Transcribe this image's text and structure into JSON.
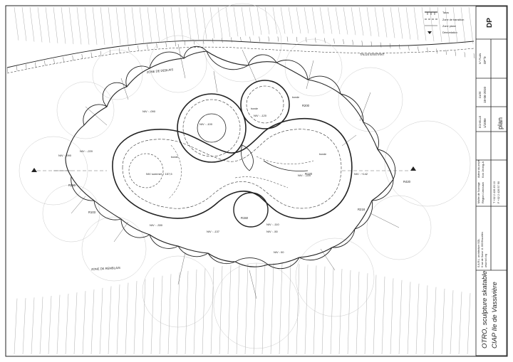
{
  "legend": {
    "items": [
      {
        "label": "Talus"
      },
      {
        "label": "Zone de transition"
      },
      {
        "label": "Zone plane"
      },
      {
        "label": "Dénivelation"
      }
    ]
  },
  "plan_labels": {
    "talus_existant": "TALUS EXISTANT",
    "zone_deblais": "ZONE DE DEBLAIS",
    "zone_remblais": "ZONE DE REMBLAIS",
    "niv_a": "NIV : -090",
    "niv_b": "NIV : -100",
    "niv_c": "NIV : -120",
    "niv_d": "NIV : -220",
    "niv_e": "NIV : -090",
    "niv_f": "NIV : -220",
    "niv_g": "NIV : +142",
    "niv_h": "NIV sommet + 157,5",
    "niv_i": "NIV : -330",
    "niv_j": "NIV : -137",
    "niv_k": "NIV : -110",
    "niv_l": "NIV : -50",
    "niv_m": "NIV : 00",
    "bonde_1": "bonde",
    "bonde_2": "bonde",
    "bonde_3": "bonde",
    "bonde_4": "bonde",
    "r420": "R420",
    "r250": "R250",
    "r120": "R120",
    "r200": "R200",
    "r150": "R150",
    "r103": "R103",
    "r218": "R218"
  },
  "title_block": {
    "code": "DP",
    "plan_no_label": "N° PLAN",
    "plan_no": "DP°0",
    "date_label": "DATE",
    "date": "18-06-2010",
    "scale_label": "ECHELLE",
    "scale": "1/100e",
    "content_label": "plan",
    "client_label": "Maître de l'ouvrage",
    "client": "Région Limousin",
    "author_label": "Auteur du projet",
    "author": "Koo Jeong-A",
    "architect": "S.A.R.L. architecture SOL",
    "address": "6 rue de Sueur 11 000 Bruxelles",
    "phone": "T +32 2 426 45 10",
    "fax": "F +32 2 426 57 90",
    "web": "www.sol.org",
    "project_title": "OTRO, sculpture skatable",
    "project_sub": "CIAP Ile de Vassivière"
  }
}
